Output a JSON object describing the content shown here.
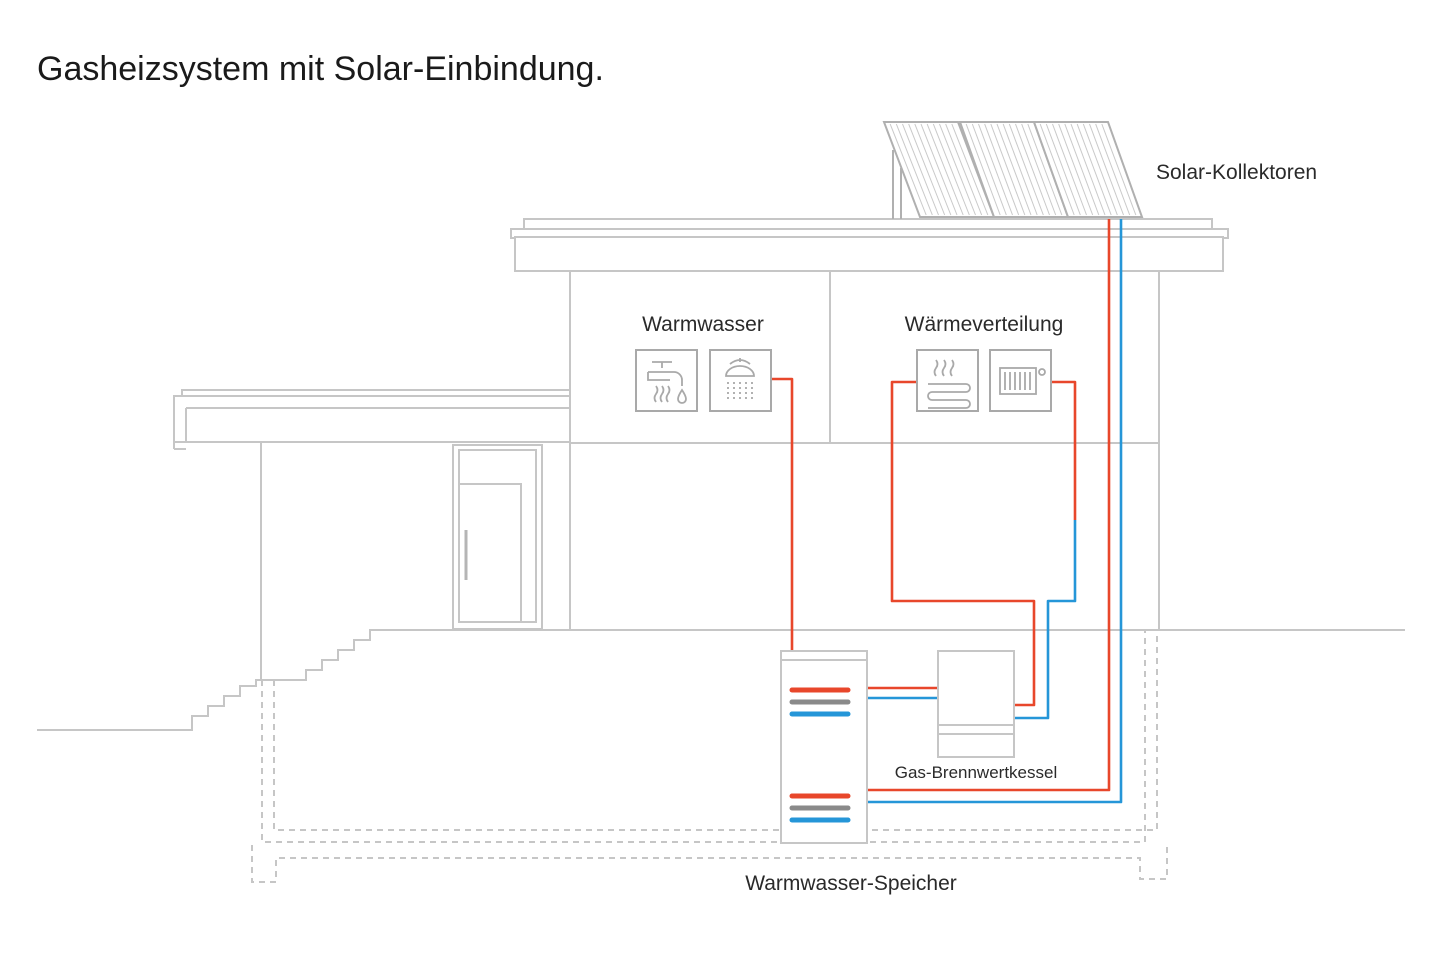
{
  "title": "Gasheizsystem mit Solar-Einbindung.",
  "labels": {
    "solar_collectors": "Solar-Kollektoren",
    "hot_water": "Warmwasser",
    "heat_distribution": "Wärmeverteilung",
    "gas_boiler": "Gas-Brennwertkessel",
    "storage_tank": "Warmwasser-Speicher"
  },
  "icons": {
    "hot_water": [
      "faucet-icon",
      "shower-icon"
    ],
    "heat_distribution": [
      "floor-heating-icon",
      "radiator-icon"
    ]
  },
  "colors": {
    "hot_flow": "#e8472b",
    "cold_return": "#2596d8",
    "outline": "#c6c6c6"
  }
}
